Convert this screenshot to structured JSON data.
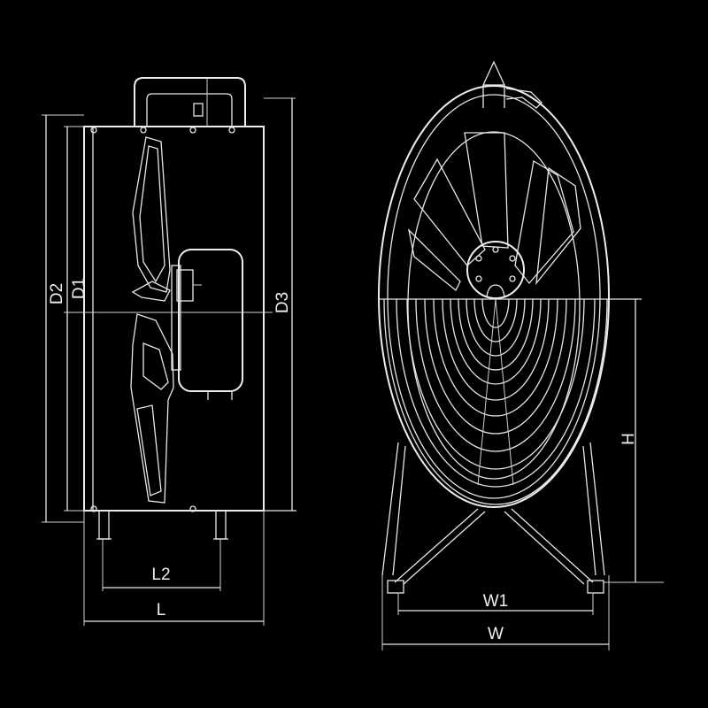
{
  "dimension_labels": {
    "D2": "D2",
    "D1": "D1",
    "D3": "D3",
    "L2": "L2",
    "L": "L",
    "H": "H",
    "W1": "W1",
    "W": "W"
  },
  "colors": {
    "background": "#000000",
    "line": "#e6e6e6"
  }
}
